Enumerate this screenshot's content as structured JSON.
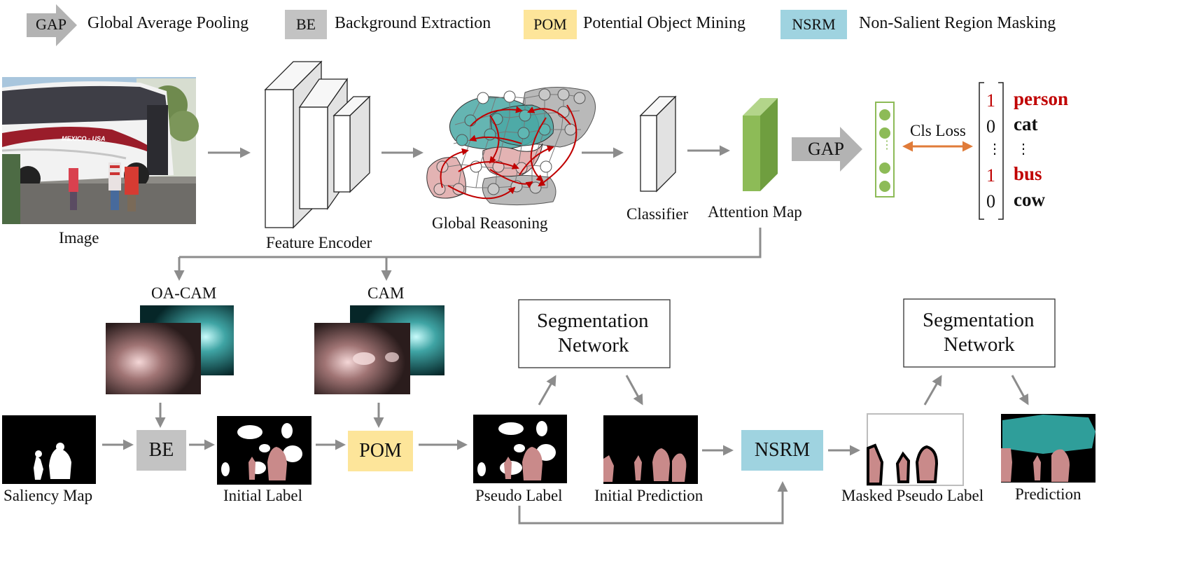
{
  "legend": [
    {
      "abbr": "GAP",
      "text": "Global Average Pooling",
      "color": "#b3b3b3"
    },
    {
      "abbr": "BE",
      "text": "Background Extraction",
      "color": "#c3c3c3"
    },
    {
      "abbr": "POM",
      "text": "Potential Object Mining",
      "color": "#fde59a"
    },
    {
      "abbr": "NSRM",
      "text": "Non-Salient Region Masking",
      "color": "#9fd3e0"
    }
  ],
  "top": {
    "image_label": "Image",
    "bus_text": "MEXICO - USA",
    "encoder_label": "Feature Encoder",
    "reasoning_label": "Global Reasoning",
    "classifier_label": "Classifier",
    "attention_label": "Attention Map",
    "gap": "GAP",
    "loss_label": "Cls Loss",
    "vector_ellipsis": "⋮",
    "classes": [
      {
        "value": "1",
        "name": "person",
        "positive": true
      },
      {
        "value": "0",
        "name": "cat",
        "positive": false
      },
      {
        "value": "⋮",
        "name": "⋮",
        "positive": false
      },
      {
        "value": "1",
        "name": "bus",
        "positive": true
      },
      {
        "value": "0",
        "name": "cow",
        "positive": false
      }
    ]
  },
  "bottom": {
    "oacam_label": "OA-CAM",
    "cam_label": "CAM",
    "saliency_label": "Saliency Map",
    "be": "BE",
    "initial_label": "Initial Label",
    "pom": "POM",
    "pseudo_label": "Pseudo Label",
    "seg1_line1": "Segmentation",
    "seg1_line2": "Network",
    "initial_pred_label": "Initial Prediction",
    "nsrm": "NSRM",
    "masked_label": "Masked Pseudo Label",
    "seg2_line1": "Segmentation",
    "seg2_line2": "Network",
    "prediction_label": "Prediction"
  },
  "colors": {
    "arrow": "#8c8c8c",
    "positive_text": "#c00000",
    "reasoning_arrow": "#c00000",
    "loss_arrow": "#e07b39",
    "teal": "#2f9e9a",
    "pink": "#c98a8a",
    "attention_green": "#8dbb57"
  }
}
